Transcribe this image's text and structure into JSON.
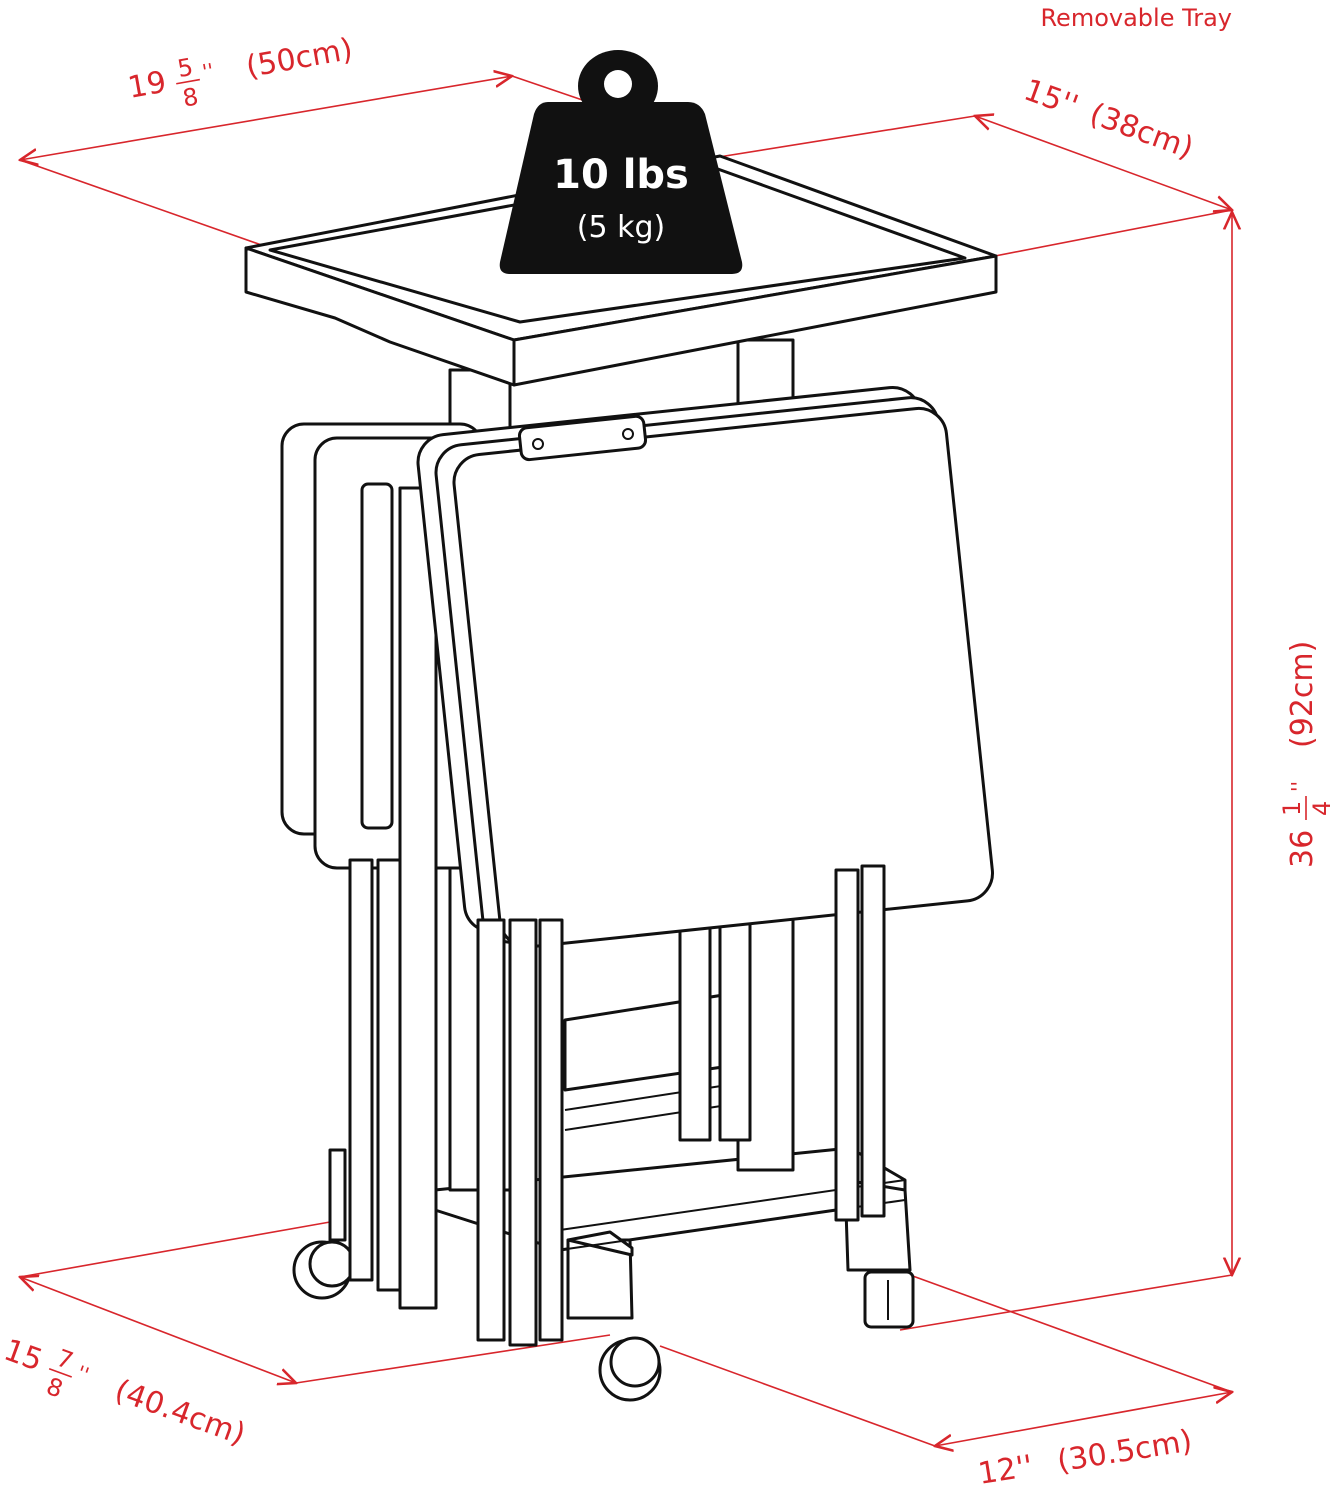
{
  "callout": {
    "removable_tray": "Removable Tray"
  },
  "weight": {
    "lbs": "10 lbs",
    "kg": "(5 kg)"
  },
  "dimensions": {
    "top_width": {
      "whole": "19",
      "num": "5",
      "den": "8",
      "unit": "''",
      "metric": "(50cm)"
    },
    "top_depth": {
      "label": "15''",
      "metric": "(38cm)"
    },
    "height": {
      "whole": "36",
      "num": "1",
      "den": "4",
      "unit": "''",
      "metric": "(92cm)"
    },
    "base_width": {
      "whole": "15",
      "num": "7",
      "den": "8",
      "unit": "''",
      "metric": "(40.4cm)"
    },
    "base_depth": {
      "label": "12''",
      "metric": "(30.5cm)"
    }
  },
  "colors": {
    "dimension": "#d8262c",
    "ink": "#111111",
    "weight_fill": "#111111"
  }
}
